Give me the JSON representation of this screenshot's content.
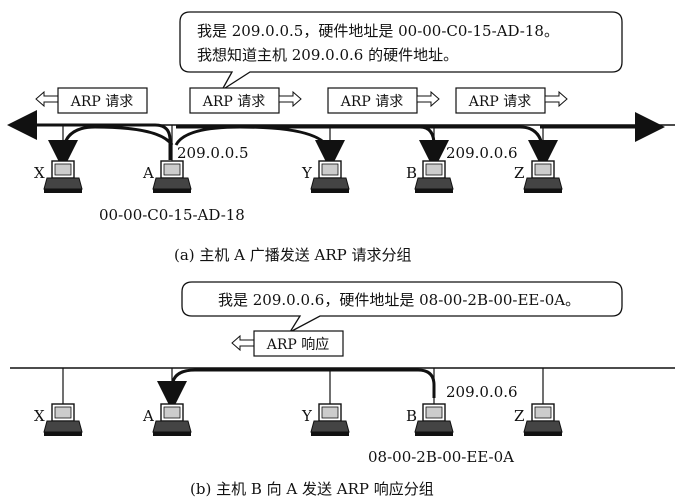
{
  "panel_a": {
    "speech_line1": "我是 209.0.0.5，硬件地址是 00-00-C0-15-AD-18。",
    "speech_line2": "我想知道主机 209.0.0.6 的硬件地址。",
    "arp_request_label": "ARP 请求",
    "ip_a": "209.0.0.5",
    "ip_b": "209.0.0.6",
    "mac_a": "00-00-C0-15-AD-18",
    "caption": "(a) 主机 A 广播发送 ARP 请求分组",
    "hosts": [
      "X",
      "A",
      "Y",
      "B",
      "Z"
    ]
  },
  "panel_b": {
    "speech_line1": "我是 209.0.0.6，硬件地址是 08-00-2B-00-EE-0A。",
    "arp_response_label": "ARP 响应",
    "ip_b": "209.0.0.6",
    "mac_b": "08-00-2B-00-EE-0A",
    "caption": "(b) 主机 B 向 A 发送 ARP 响应分组",
    "hosts": [
      "X",
      "A",
      "Y",
      "B",
      "Z"
    ]
  }
}
